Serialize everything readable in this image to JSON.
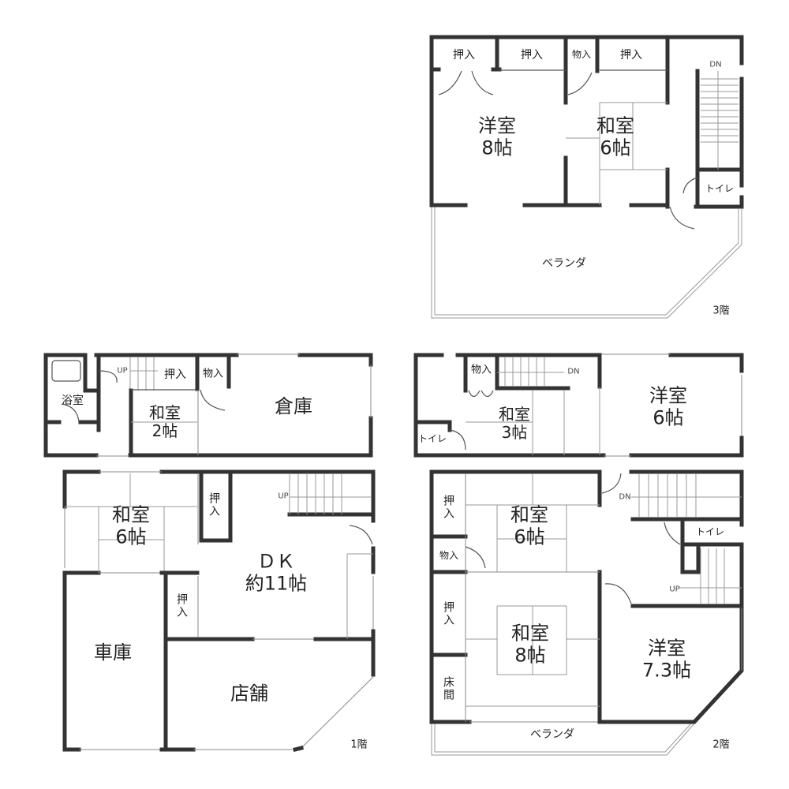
{
  "floors": {
    "third": {
      "label": "3階",
      "rooms": {
        "western": {
          "name": "洋室",
          "size": "8帖"
        },
        "japanese": {
          "name": "和室",
          "size": "6帖"
        },
        "closet1": "押入",
        "closet2": "押入",
        "storage": "物入",
        "closet3": "押入",
        "toilet": "トイレ",
        "veranda": "ベランダ",
        "stairs": "DN"
      }
    },
    "first": {
      "label": "1階",
      "rooms": {
        "bath": "浴室",
        "japanese_small": {
          "name": "和室",
          "size": "2帖"
        },
        "closet_top": "押入",
        "storage_top": "物入",
        "warehouse": "倉庫",
        "japanese": {
          "name": "和室",
          "size": "6帖"
        },
        "closet_a": "押入",
        "closet_b": "押入",
        "dk": {
          "name": "ＤＫ",
          "size": "約11帖"
        },
        "garage": "車庫",
        "shop": "店舗",
        "stairs_up1": "UP",
        "stairs_up2": "UP"
      }
    },
    "second": {
      "label": "2階",
      "rooms": {
        "storage_top": "物入",
        "toilet_top": "トイレ",
        "japanese_small": {
          "name": "和室",
          "size": "3帖"
        },
        "western_small": {
          "name": "洋室",
          "size": "6帖"
        },
        "closet_a": "押入",
        "storage_mid": "物入",
        "closet_b": "押入",
        "tokonoma": "床間",
        "japanese6": {
          "name": "和室",
          "size": "6帖"
        },
        "japanese8": {
          "name": "和室",
          "size": "8帖"
        },
        "western": {
          "name": "洋室",
          "size": "7.3帖"
        },
        "toilet": "トイレ",
        "veranda": "ベランダ",
        "stairs_dn1": "DN",
        "stairs_dn2": "DN",
        "stairs_up": "UP"
      }
    }
  }
}
